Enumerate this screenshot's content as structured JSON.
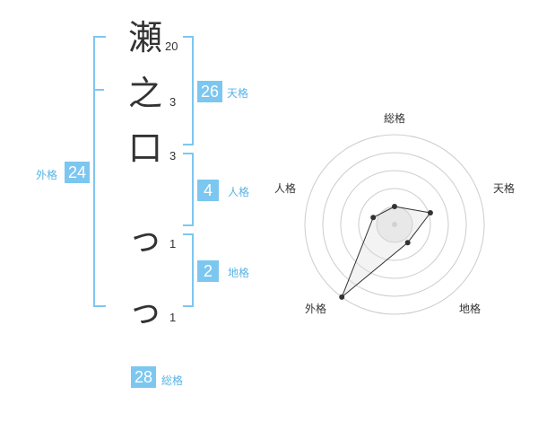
{
  "name": {
    "chars": [
      {
        "char": "瀬",
        "strokes": "20"
      },
      {
        "char": "之",
        "strokes": "3"
      },
      {
        "char": "口",
        "strokes": "3"
      },
      {
        "char": "っ",
        "strokes": "1"
      },
      {
        "char": "っ",
        "strokes": "1"
      }
    ]
  },
  "fortune": {
    "tenkaku": {
      "value": "26",
      "label": "天格"
    },
    "jinkaku": {
      "value": "4",
      "label": "人格"
    },
    "chikaku": {
      "value": "2",
      "label": "地格"
    },
    "gaikaku": {
      "value": "24",
      "label": "外格"
    },
    "soukaku": {
      "value": "28",
      "label": "総格"
    }
  },
  "radar": {
    "axes": [
      "総格",
      "天格",
      "地格",
      "外格",
      "人格"
    ],
    "values": [
      0.2,
      0.42,
      0.25,
      1.0,
      0.25
    ],
    "accent": "#7cc7f0"
  }
}
